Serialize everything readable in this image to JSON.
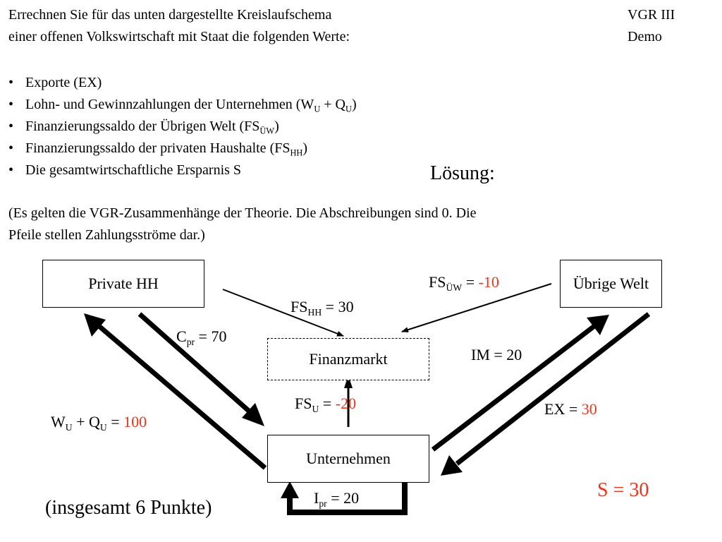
{
  "header": {
    "line1": "Errechnen Sie für das unten dargestellte Kreislaufschema",
    "line2": "einer offenen Volkswirtschaft mit Staat die folgenden Werte:",
    "course": "VGR III",
    "mode": "Demo"
  },
  "tasks": [
    {
      "pre": "Exporte (EX)",
      "sub": "",
      "post": ""
    },
    {
      "pre": "Lohn- und Gewinnzahlungen der Unternehmen (W",
      "sub": "U",
      "mid": " + Q",
      "sub2": "U",
      "post": ")"
    },
    {
      "pre": "Finanzierungssaldo der Übrigen Welt (FS",
      "sub": "ÜW",
      "post": ")"
    },
    {
      "pre": "Finanzierungssaldo der privaten Haushalte (FS",
      "sub": "HH",
      "post": ")"
    },
    {
      "pre": "Die gesamtwirtschaftliche Ersparnis S",
      "sub": "",
      "post": ""
    }
  ],
  "solution_label": "Lösung:",
  "note_line1": "(Es gelten die VGR-Zusammenhänge der Theorie. Die Abschreibungen sind 0. Die",
  "note_line2": "Pfeile stellen Zahlungsströme dar.)",
  "nodes": {
    "private_hh": "Private HH",
    "uebrige_welt": "Übrige Welt",
    "finanzmarkt": "Finanzmarkt",
    "unternehmen": "Unternehmen"
  },
  "flows": {
    "fs_hh": {
      "base": "FS",
      "sub": "HH",
      "eq": " = 30"
    },
    "fs_uw": {
      "base": "FS",
      "sub": "ÜW",
      "eq": " = ",
      "value": "-10"
    },
    "c_pr": {
      "base": "C",
      "sub": "pr",
      "eq": " = 70"
    },
    "im": {
      "text": "IM = 20"
    },
    "fs_u": {
      "base": "FS",
      "sub": "U",
      "eq": " = ",
      "value": "-20"
    },
    "ex": {
      "pre": "EX = ",
      "value": "30"
    },
    "wq": {
      "base": "W",
      "sub": "U",
      "mid": " + Q",
      "sub2": "U",
      "eq": " = ",
      "value": "100"
    },
    "i_pr": {
      "base": "I",
      "sub": "pr",
      "eq": " = 20"
    }
  },
  "savings": "S = 30",
  "points": "(insgesamt 6 Punkte)",
  "colors": {
    "answer": "#e8371c",
    "text": "#000000"
  }
}
